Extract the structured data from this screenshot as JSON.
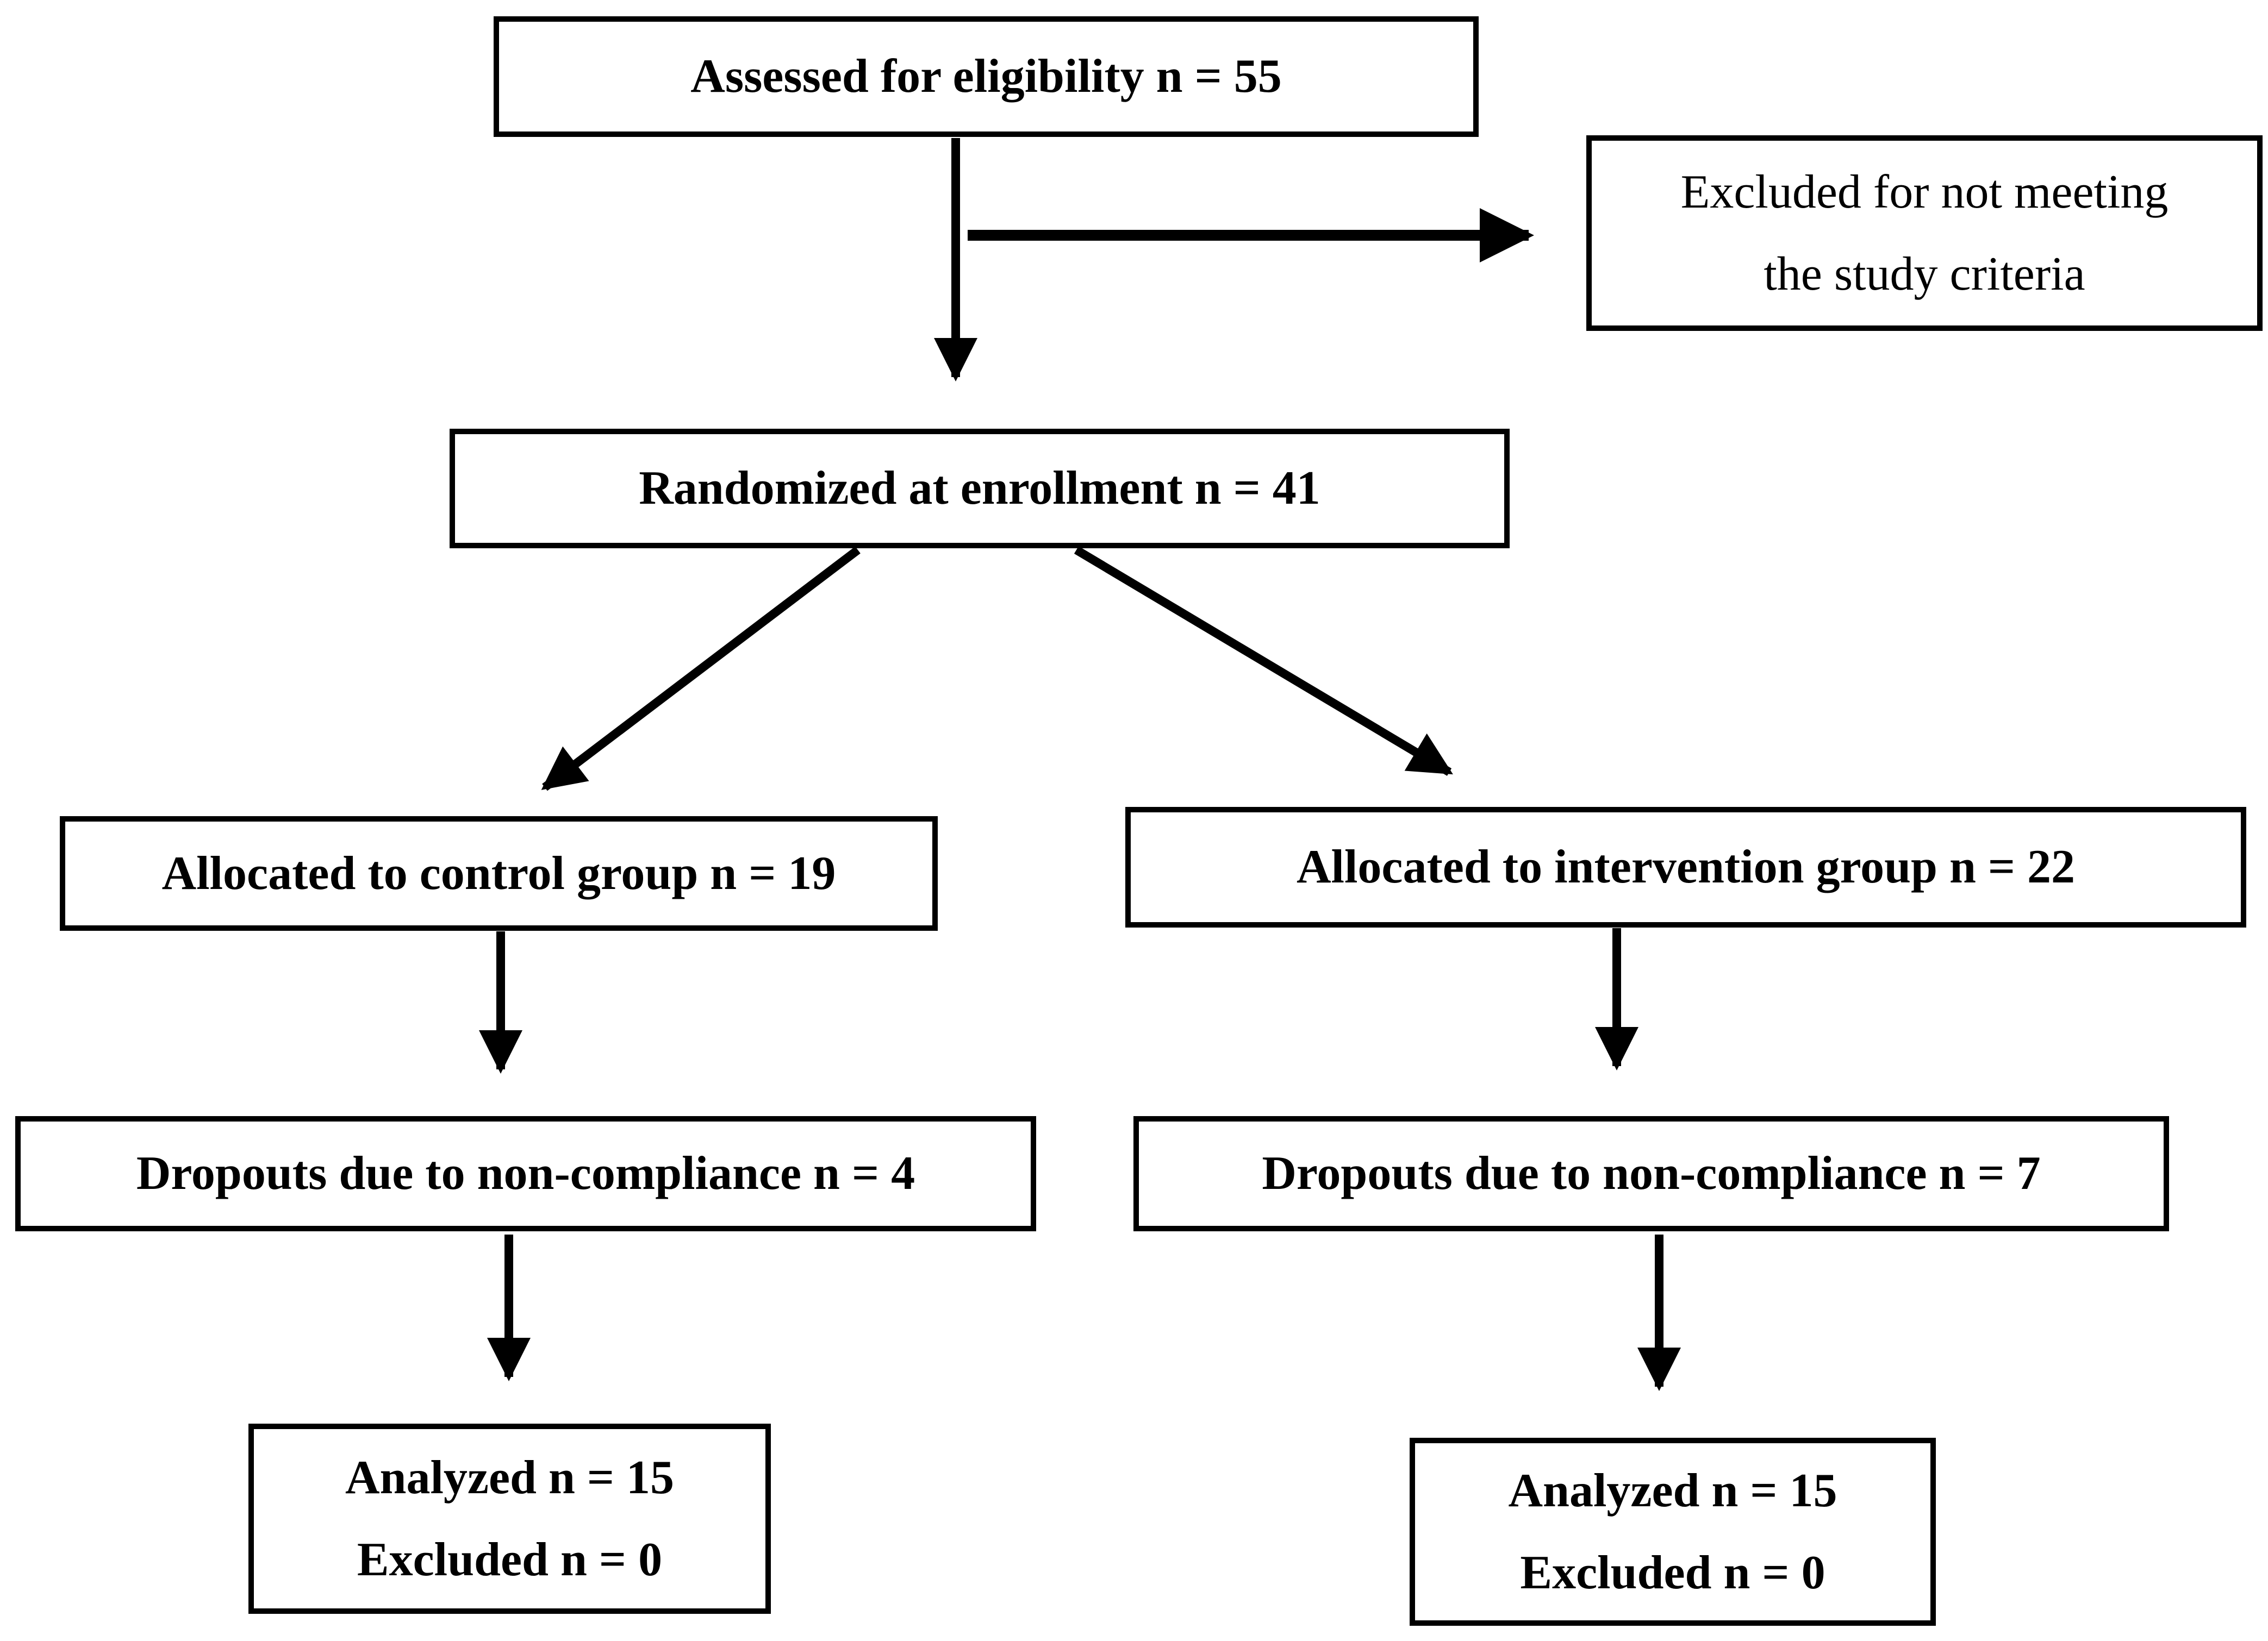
{
  "colors": {
    "ink": "#000000",
    "paper": "#ffffff"
  },
  "flowchart": {
    "assessed": {
      "label": "Assessed for eligibility n = 55"
    },
    "excluded": {
      "line1": "Excluded for not meeting",
      "line2": "the study criteria"
    },
    "randomized": {
      "label": "Randomized at enrollment n = 41"
    },
    "allocated_control": {
      "label": "Allocated to control group n = 19"
    },
    "allocated_intervention": {
      "label": "Allocated to intervention group n = 22"
    },
    "dropouts_control": {
      "label": "Dropouts due to non-compliance n = 4"
    },
    "dropouts_intervention": {
      "label": "Dropouts due to non-compliance n = 7"
    },
    "analyzed_control": {
      "line1": "Analyzed n = 15",
      "line2": "Excluded n = 0"
    },
    "analyzed_intervention": {
      "line1": "Analyzed n = 15",
      "line2": "Excluded n = 0"
    }
  }
}
